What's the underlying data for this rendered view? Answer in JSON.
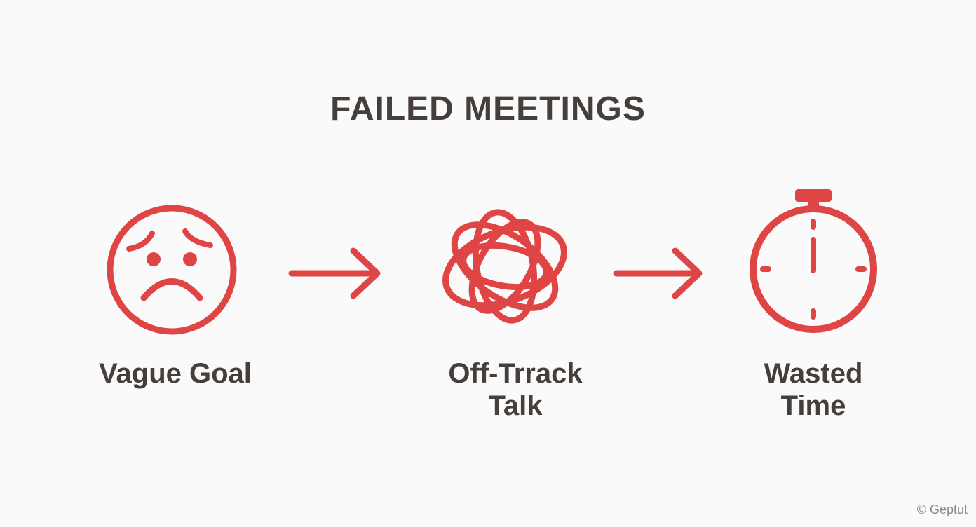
{
  "title": "FAILED MEETINGS",
  "colors": {
    "accent": "#e04545",
    "text": "#453e3a",
    "background": "#fafafa"
  },
  "steps": [
    {
      "icon": "sad-face-icon",
      "label_line1": "Vague Goal",
      "label_line2": ""
    },
    {
      "icon": "tangled-knot-icon",
      "label_line1": "Off-Trrack",
      "label_line2": "Talk"
    },
    {
      "icon": "stopwatch-icon",
      "label_line1": "Wasted",
      "label_line2": "Time"
    }
  ],
  "arrows": [
    {
      "icon": "arrow-right-icon"
    },
    {
      "icon": "arrow-right-icon"
    }
  ],
  "watermark": "© Geptut"
}
